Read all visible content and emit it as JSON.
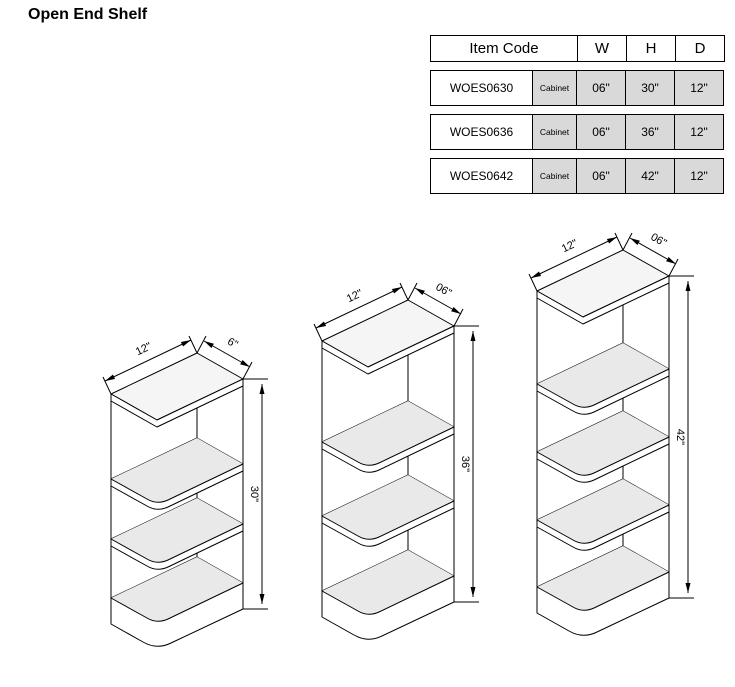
{
  "page": {
    "title": "Open End Shelf"
  },
  "table": {
    "headers": {
      "item_code": "Item Code",
      "w": "W",
      "h": "H",
      "d": "D"
    },
    "rows": [
      {
        "code": "WOES0630",
        "type": "Cabinet",
        "w": "06\"",
        "h": "30\"",
        "d": "12\""
      },
      {
        "code": "WOES0636",
        "type": "Cabinet",
        "w": "06\"",
        "h": "36\"",
        "d": "12\""
      },
      {
        "code": "WOES0642",
        "type": "Cabinet",
        "w": "06\"",
        "h": "42\"",
        "d": "12\""
      }
    ]
  },
  "drawings": [
    {
      "depth": "12\"",
      "width": "6\"",
      "height": "30\""
    },
    {
      "depth": "12\"",
      "width": "06\"",
      "height": "36\""
    },
    {
      "depth": "12\"",
      "width": "06\"",
      "height": "42\""
    }
  ]
}
